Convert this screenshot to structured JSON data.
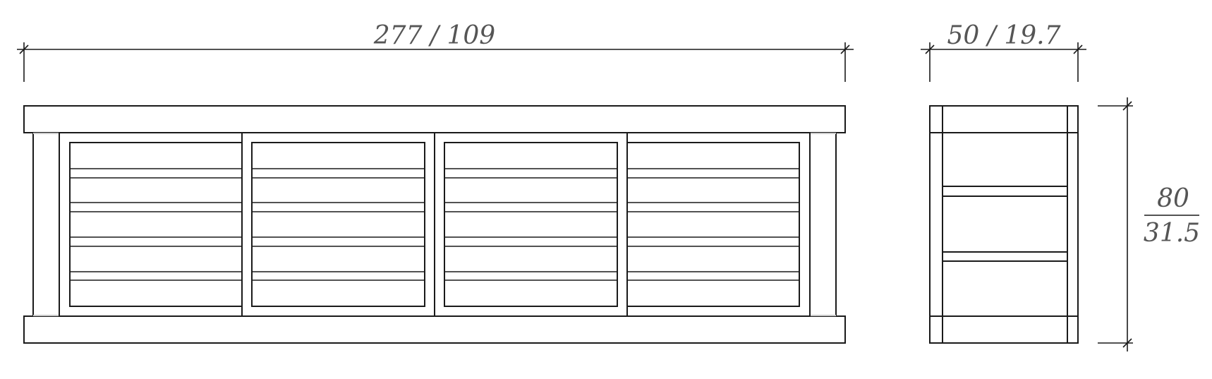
{
  "dimensions": {
    "width": "277 / 109",
    "depth": "50 / 19.7",
    "height_top": "80",
    "height_bottom": "31.5"
  },
  "colors": {
    "line": "#1a1a1a",
    "text": "#555555",
    "faint": "#c8c8c8"
  }
}
